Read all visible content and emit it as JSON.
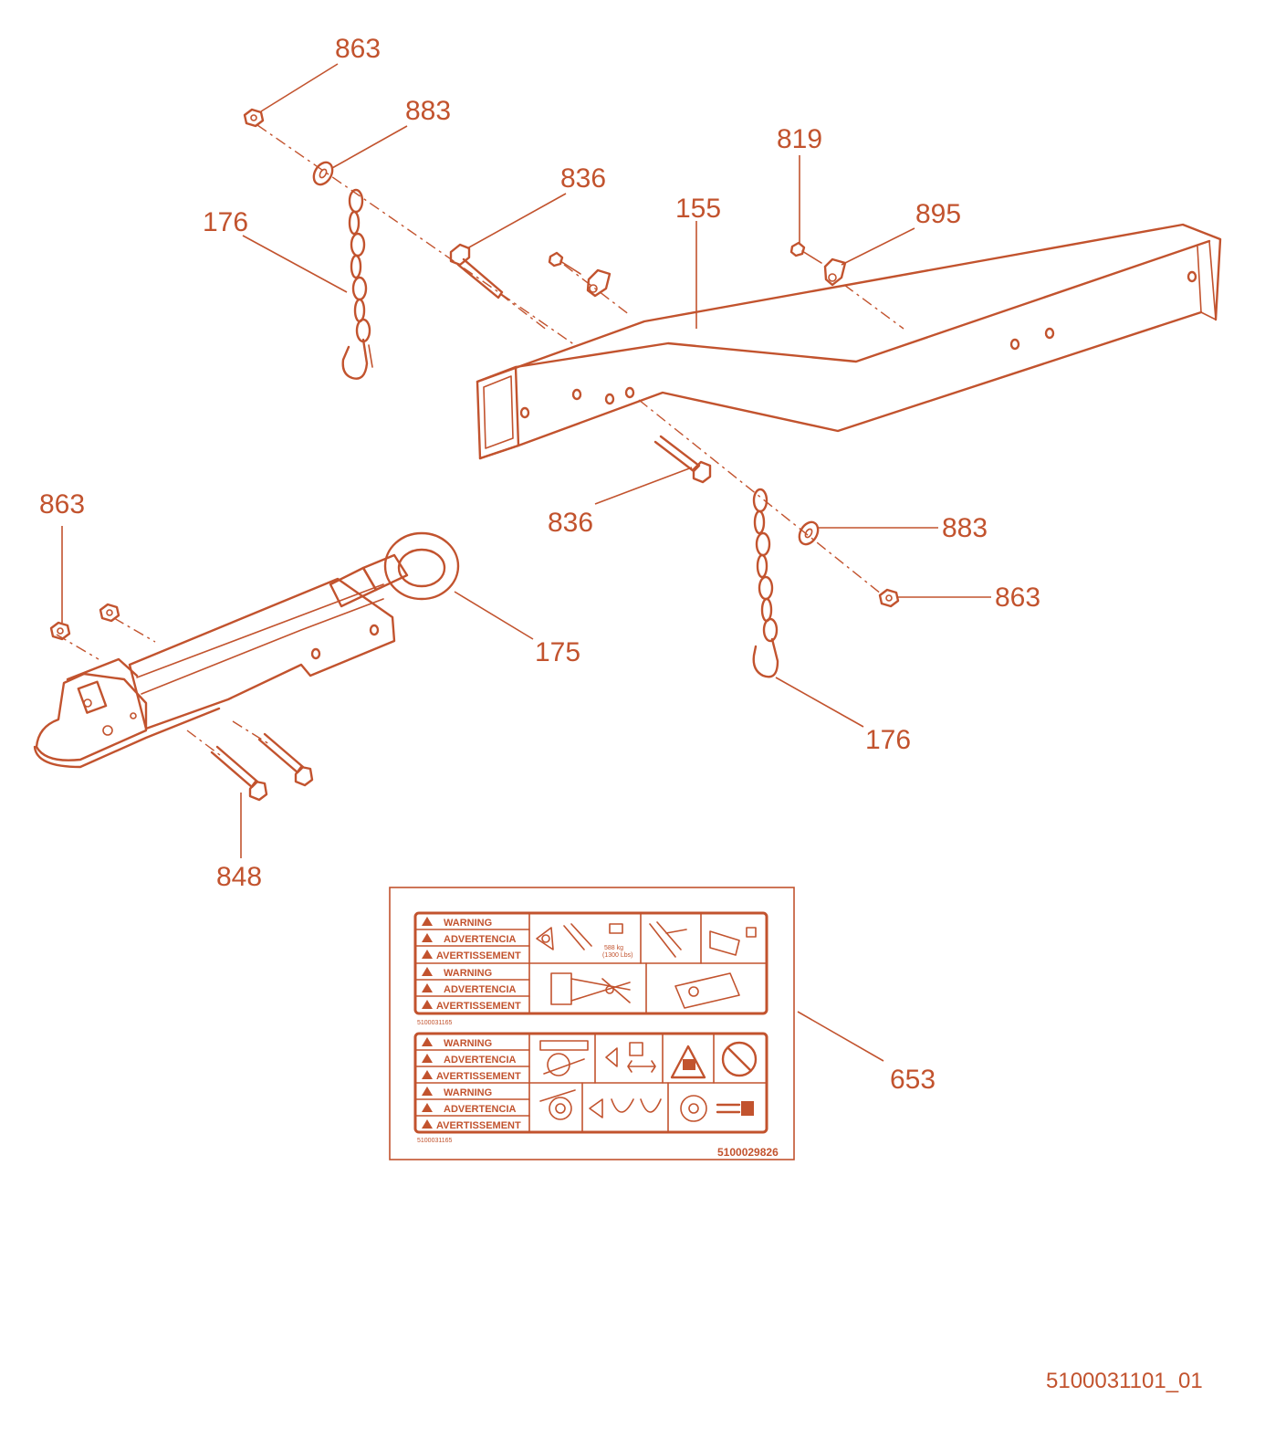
{
  "callouts": {
    "c863_top": "863",
    "c883_top": "883",
    "c836_top": "836",
    "c176_top": "176",
    "c155": "155",
    "c819": "819",
    "c895": "895",
    "c863_left": "863",
    "c836_mid": "836",
    "c883_right": "883",
    "c863_right": "863",
    "c175": "175",
    "c176_right": "176",
    "c848": "848",
    "c653": "653"
  },
  "decal": {
    "warning": "WARNING",
    "advertencia": "ADVERTENCIA",
    "avertissement": "AVERTISSEMENT",
    "sub_pn_1": "5100031165",
    "sub_pn_2": "5100031165",
    "part_number": "5100029826",
    "load_text": "588 kg",
    "load_text_2": "(1300 Lbs)"
  },
  "document_number": "5100031101_01",
  "colors": {
    "line": "#c2532e",
    "background": "#ffffff"
  }
}
